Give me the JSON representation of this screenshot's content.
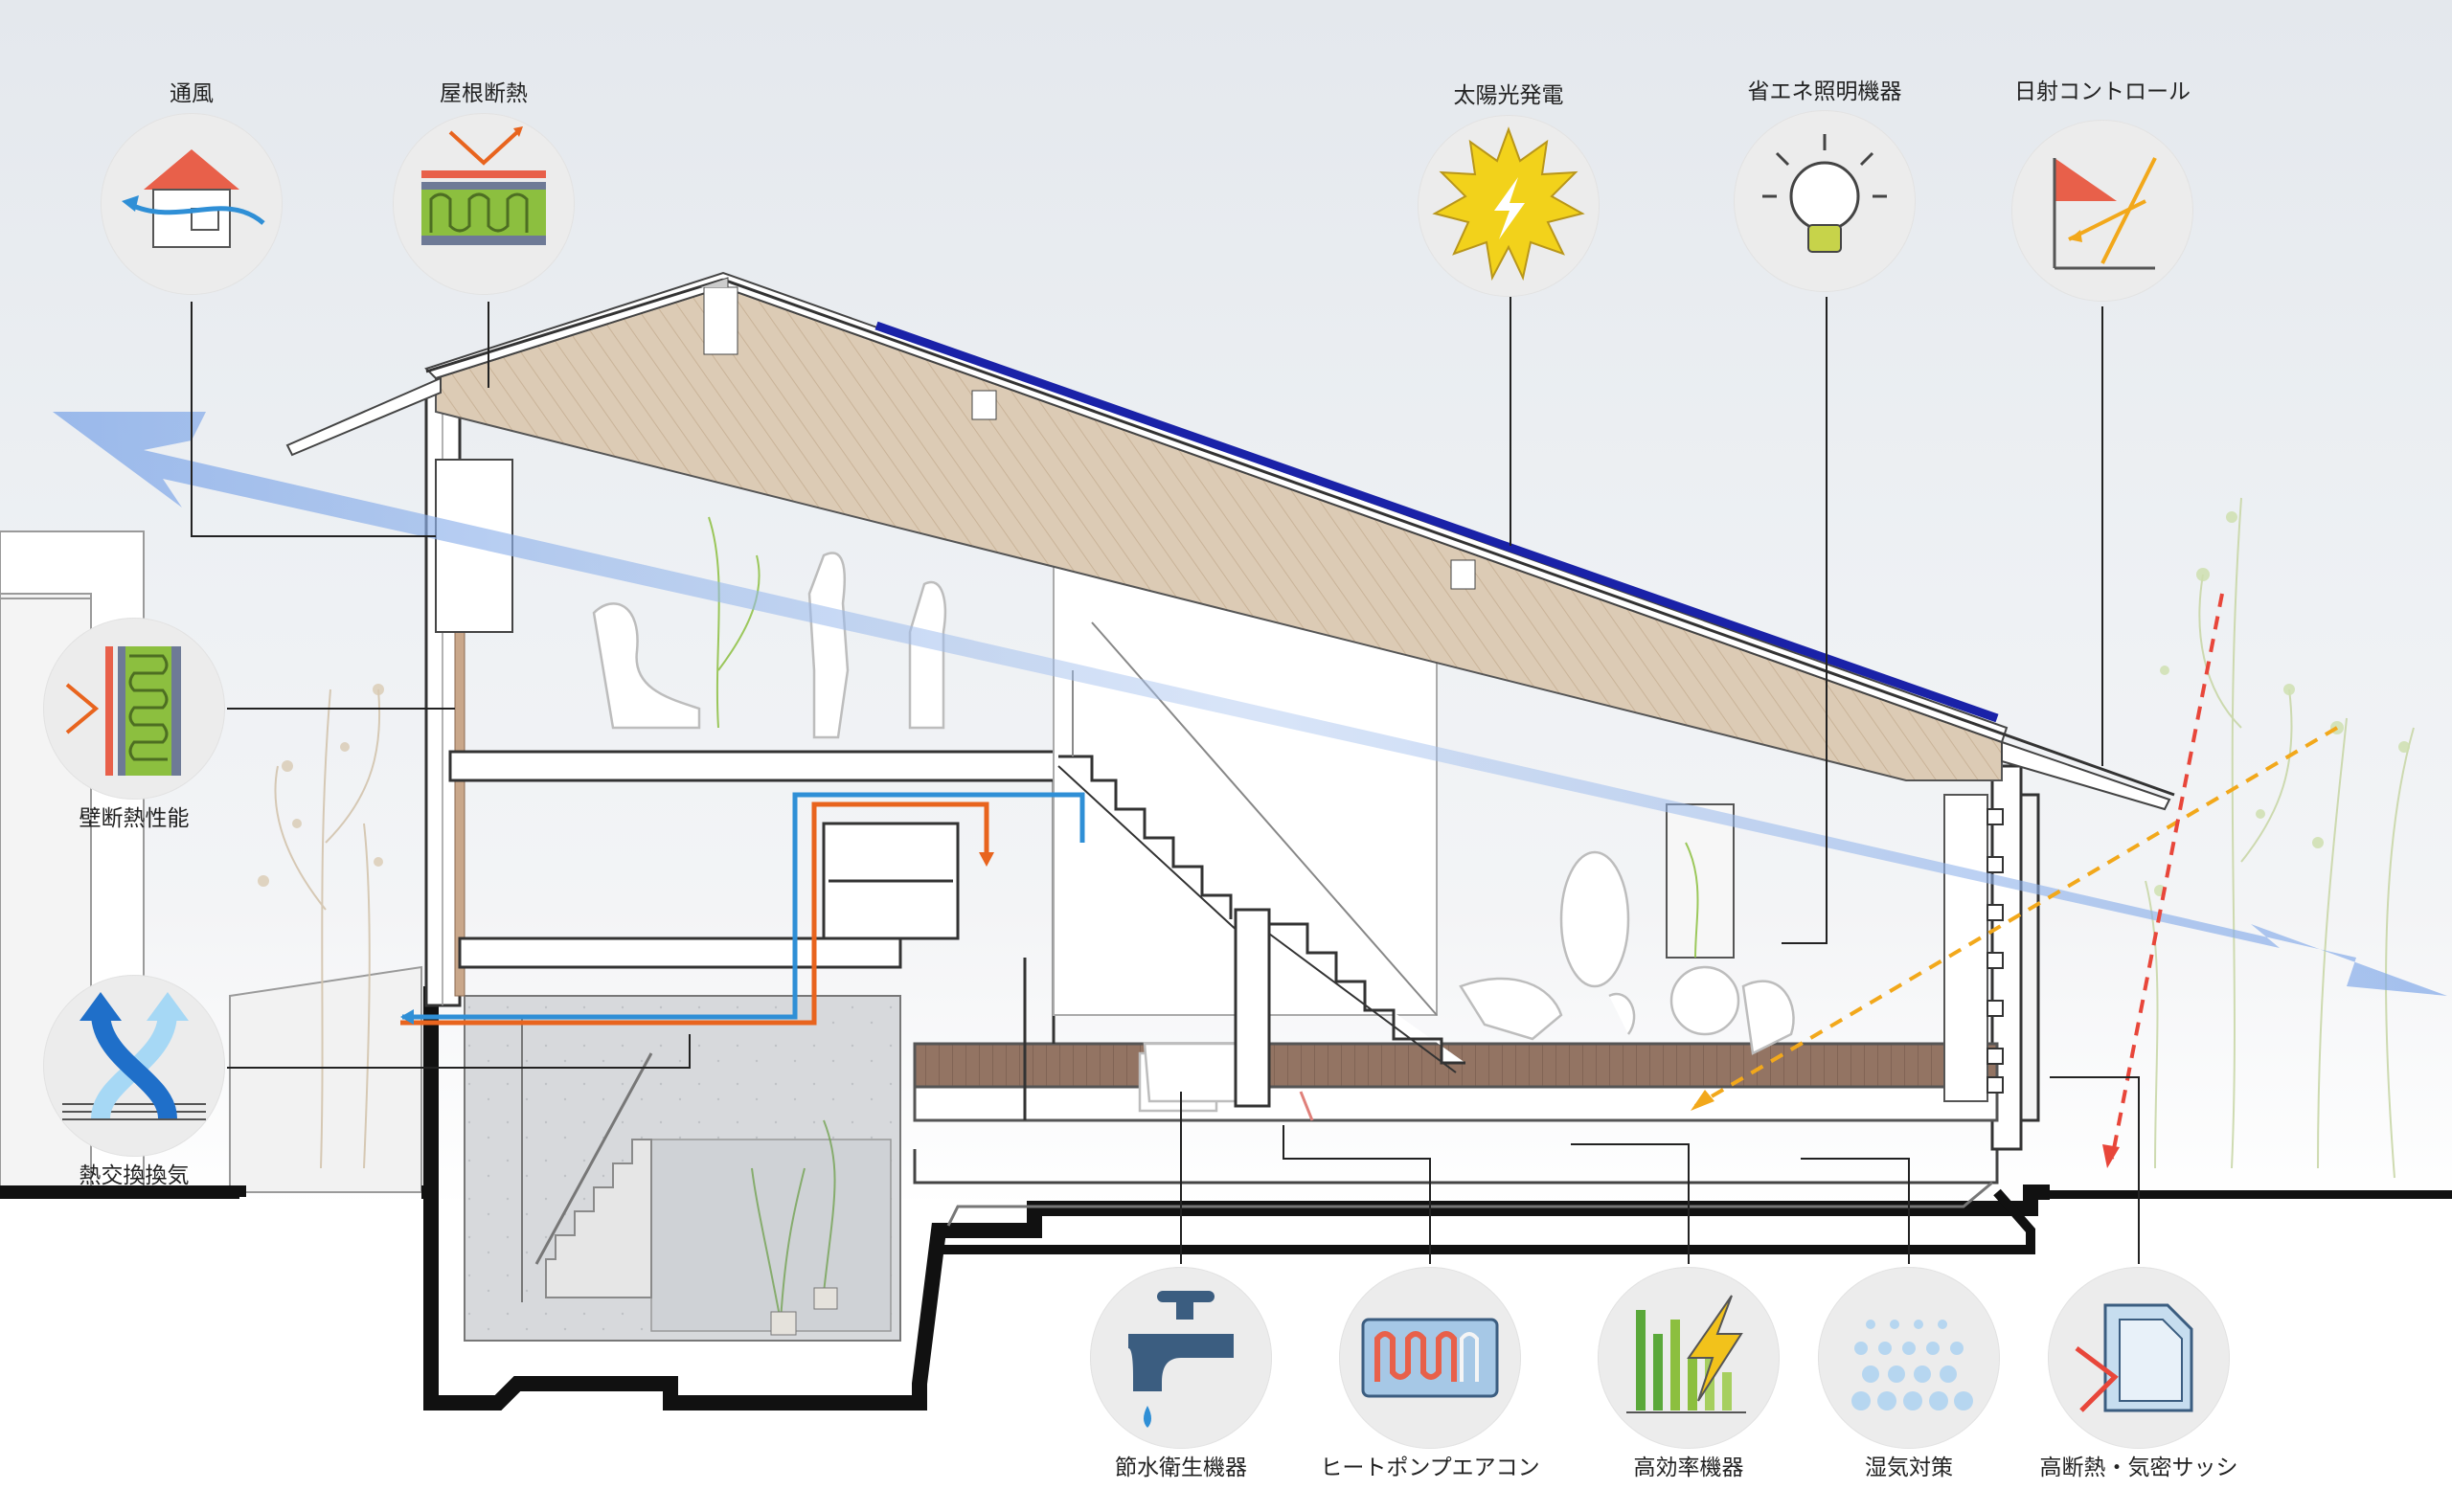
{
  "features": {
    "ventilation": "通風",
    "roof_insulation": "屋根断熱",
    "solar_power": "太陽光発電",
    "led_lighting": "省エネ照明機器",
    "solar_control": "日射コントロール",
    "wall_insulation": "壁断熱性能",
    "heat_exchange": "熱交換換気",
    "water_saving": "節水衛生機器",
    "heat_pump": "ヒートポンプエアコン",
    "high_efficiency": "高効率機器",
    "humidity": "湿気対策",
    "sash": "高断熱・気密サッシ"
  },
  "colors": {
    "orange": "#e8641e",
    "blue": "#2f8fd6",
    "green": "#8cbf3f",
    "roof_red": "#e8604a",
    "panel_blue": "#1a22a8",
    "yellow": "#f2c21b",
    "wood": "#d9c6ae",
    "floor": "#8f705d"
  },
  "icons": {
    "ventilation": "house-airflow-icon",
    "roof_insulation": "roof-insulation-icon",
    "solar_power": "sun-bolt-icon",
    "led_lighting": "light-bulb-icon",
    "solar_control": "sun-shading-icon",
    "wall_insulation": "wall-insulation-icon",
    "heat_exchange": "crossing-arrows-icon",
    "water_saving": "faucet-icon",
    "heat_pump": "heat-pump-icon",
    "high_efficiency": "bar-bolt-icon",
    "humidity": "droplets-icon",
    "sash": "double-glazing-icon"
  }
}
